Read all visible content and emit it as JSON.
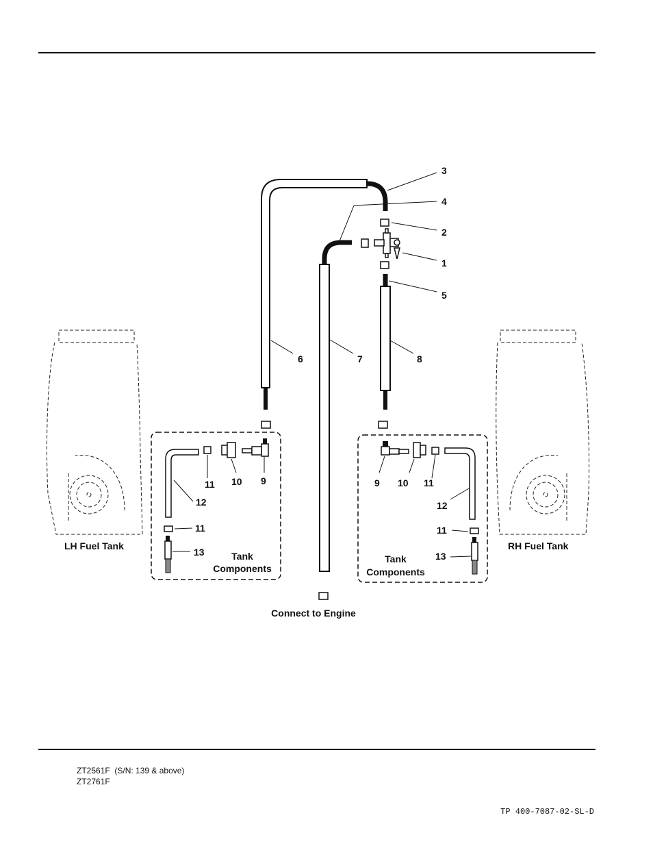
{
  "parts": [
    {
      "ref": "1"
    },
    {
      "ref": "2"
    },
    {
      "ref": "3"
    },
    {
      "ref": "4"
    },
    {
      "ref": "5"
    },
    {
      "ref": "6"
    },
    {
      "ref": "7"
    },
    {
      "ref": "8"
    },
    {
      "ref": "9"
    },
    {
      "ref": "10"
    },
    {
      "ref": "11"
    },
    {
      "ref": "12"
    },
    {
      "ref": "13"
    }
  ],
  "captions": {
    "lh_tank": "LH Fuel Tank",
    "rh_tank": "RH Fuel Tank",
    "tank_components_line1": "Tank",
    "tank_components_line2": "Components",
    "connect_engine": "Connect to Engine"
  },
  "footer": {
    "model_line1": "ZT2561F  (S/N: 139 & above)",
    "model_line2": "ZT2761F",
    "doc_number": "TP 400-7087-02-SL-D"
  }
}
